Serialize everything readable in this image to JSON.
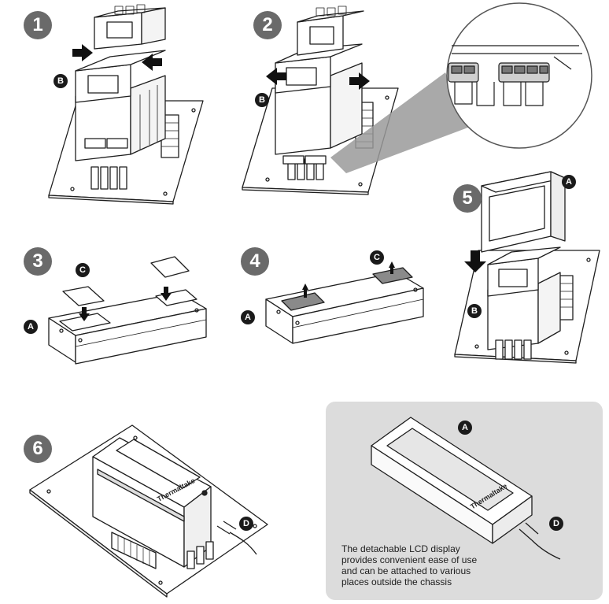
{
  "steps": [
    "1",
    "2",
    "3",
    "4",
    "5",
    "6"
  ],
  "labels": {
    "a": "A",
    "b": "B",
    "c": "C",
    "d": "D"
  },
  "caption": {
    "line1": "The detachable LCD display",
    "line2": "provides convenient ease of use",
    "line3": "and can be attached to various",
    "line4": "places outside the chassis"
  },
  "brand_mark": "Thermaltake",
  "colors": {
    "badge_step": "#6a6a6a",
    "badge_letter": "#1a1a1a",
    "panel_bg": "#dcdcdc",
    "line": "#1e1e1e"
  }
}
